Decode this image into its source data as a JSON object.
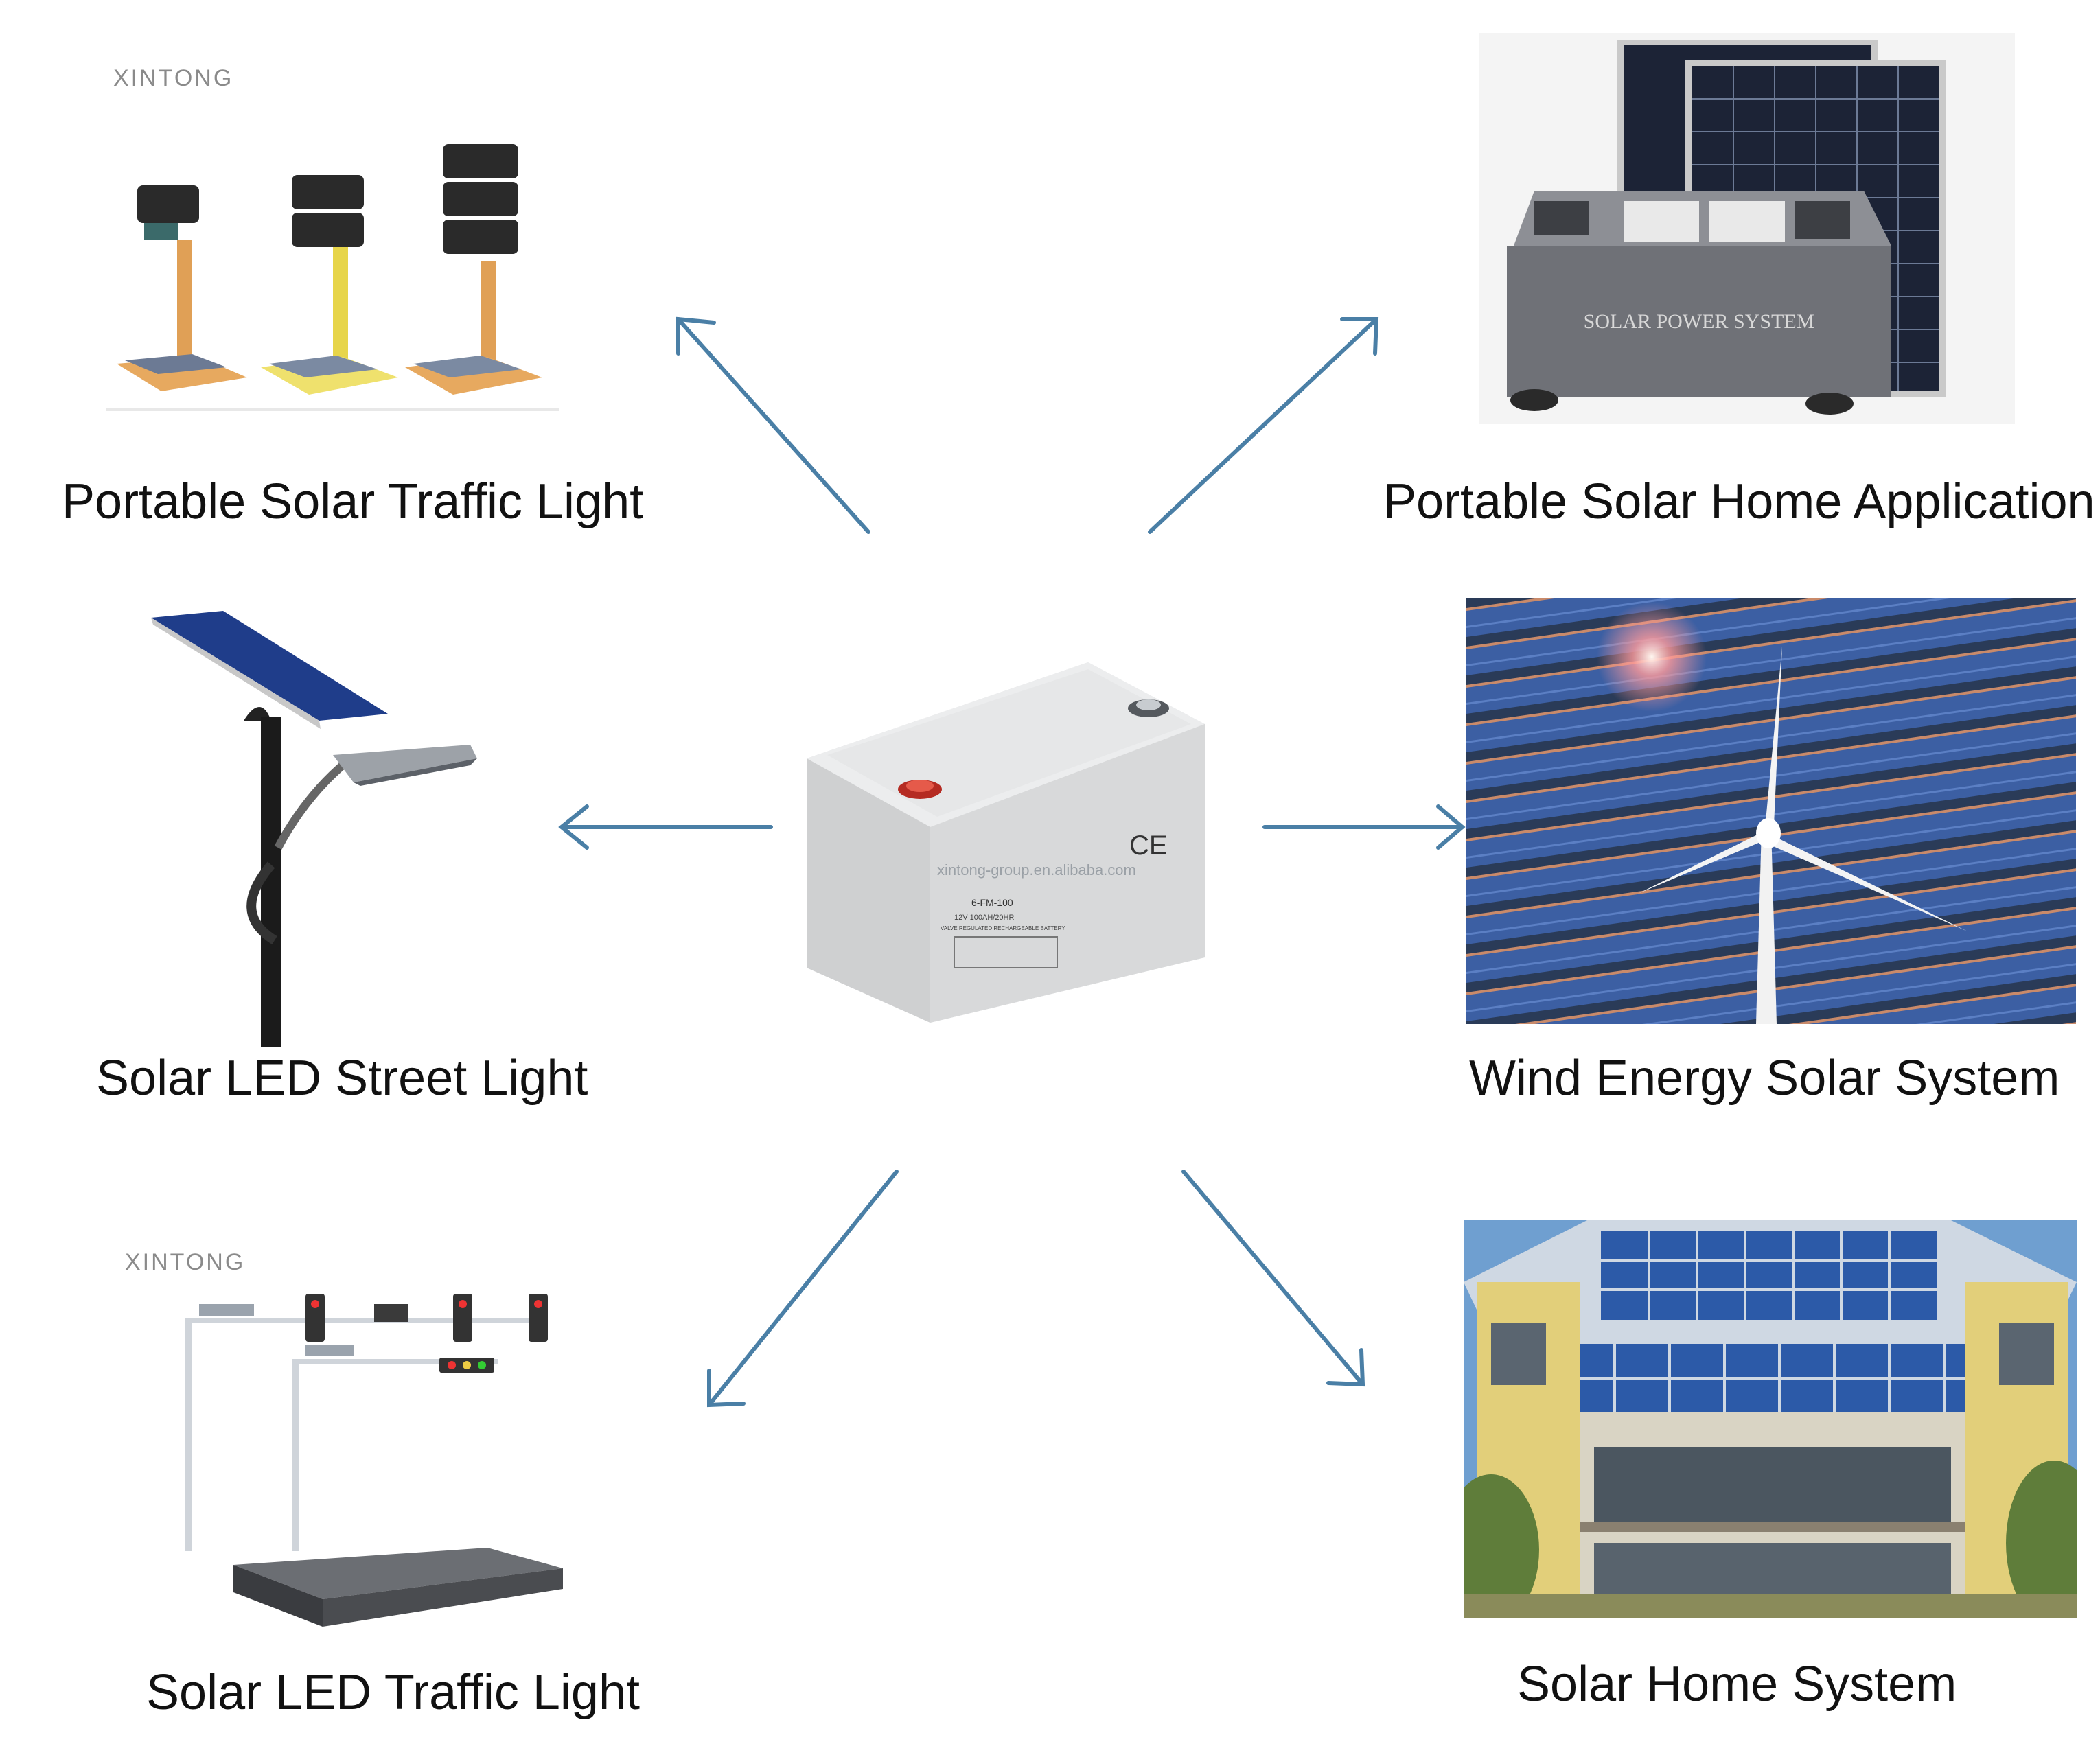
{
  "brand_mark": "XINTONG",
  "watermark": "xintong-group.en.alibaba.com",
  "battery": {
    "model": "6-FM-100",
    "spec": "12V 100AH/20HR",
    "type": "VALVE REGULATED RECHARGEABLE BATTERY",
    "ce_mark": "CE"
  },
  "applications": [
    {
      "id": "top-left",
      "label": "Portable Solar Traffic Light"
    },
    {
      "id": "top-right",
      "label": "Portable Solar Home Application"
    },
    {
      "id": "mid-left",
      "label": "Solar LED Street Light"
    },
    {
      "id": "mid-right",
      "label": "Wind Energy Solar System"
    },
    {
      "id": "bottom-left",
      "label": "Solar LED Traffic Light"
    },
    {
      "id": "bottom-right",
      "label": "Solar Home System"
    }
  ],
  "power_station_text": "SOLAR POWER SYSTEM",
  "colors": {
    "arrow": "#4a7fa6",
    "battery_body": "#dedfe0",
    "solar_panel": "#1c2336",
    "sky": "#6f9fd0"
  }
}
